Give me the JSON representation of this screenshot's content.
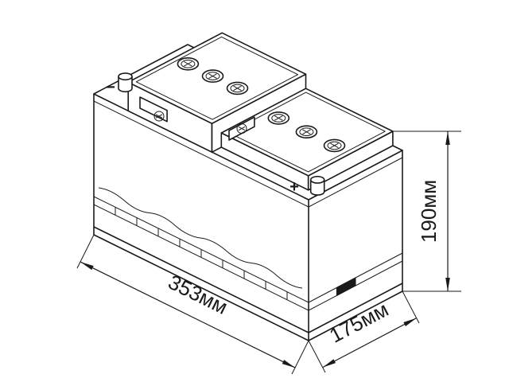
{
  "labels": {
    "dim_length": "353мм",
    "dim_width": "175мм",
    "dim_height": "190мм",
    "terminal_positive": "+",
    "terminal_negative": "−"
  },
  "colors": {
    "line": "#1a1a1a",
    "background": "#ffffff"
  }
}
